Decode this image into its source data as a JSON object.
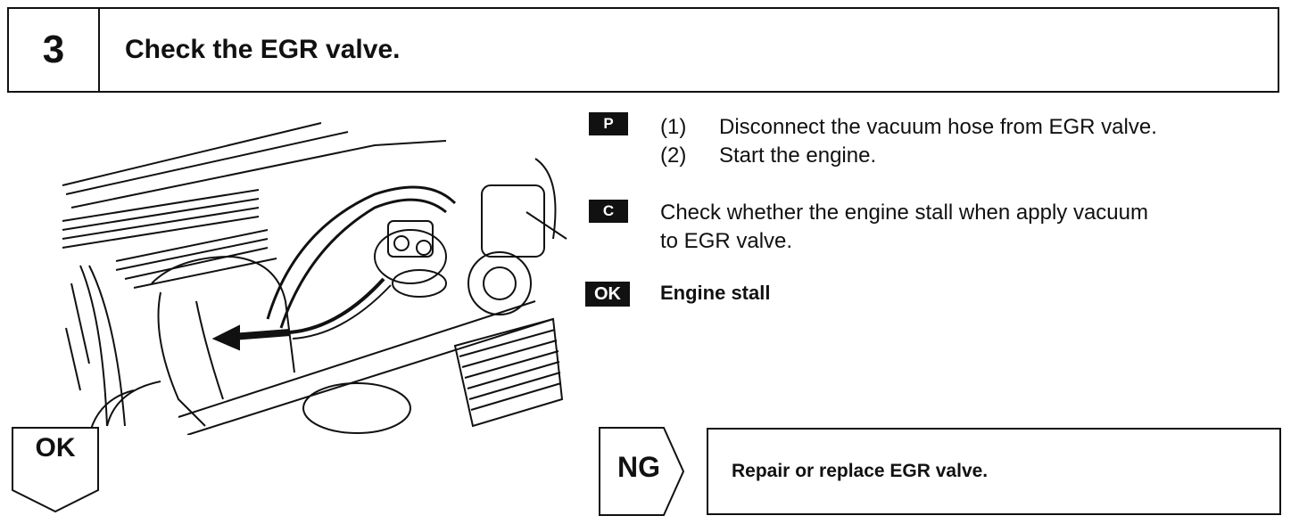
{
  "header": {
    "step_number": "3",
    "title": "Check the EGR valve."
  },
  "procedure": {
    "p_badge": "P",
    "p_steps": [
      {
        "num": "(1)",
        "text": "Disconnect the vacuum hose from EGR valve."
      },
      {
        "num": "(2)",
        "text": "Start the engine."
      }
    ],
    "c_badge": "C",
    "c_text_line1": "Check whether the engine stall when apply vacuum",
    "c_text_line2": "to EGR valve.",
    "ok_badge": "OK",
    "ok_text": "Engine stall"
  },
  "results": {
    "ok_label": "OK",
    "ng_label": "NG",
    "ng_action": "Repair or replace EGR valve."
  }
}
